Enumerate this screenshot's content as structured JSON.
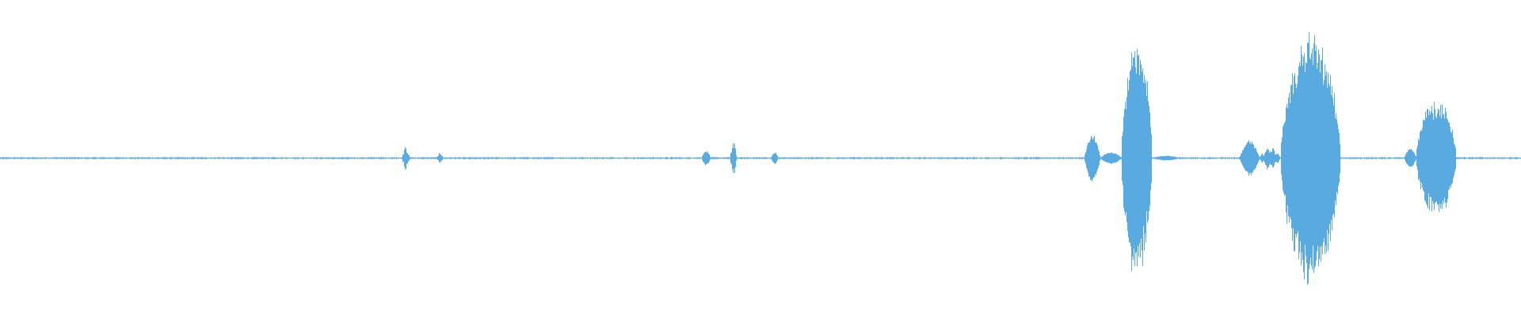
{
  "waveform": {
    "color": "#5AAAE2",
    "background": "#ffffff",
    "baseline_amplitude": 0.006,
    "segments": [
      {
        "name": "blip-1",
        "start": 0.2645,
        "end": 0.269,
        "peak": 0.11,
        "shape": "spiky"
      },
      {
        "name": "blip-2",
        "start": 0.287,
        "end": 0.291,
        "peak": 0.05,
        "shape": "spiky"
      },
      {
        "name": "blip-3",
        "start": 0.461,
        "end": 0.467,
        "peak": 0.06,
        "shape": "bump"
      },
      {
        "name": "blip-4",
        "start": 0.48,
        "end": 0.484,
        "peak": 0.15,
        "shape": "spiky"
      },
      {
        "name": "blip-5",
        "start": 0.507,
        "end": 0.511,
        "peak": 0.05,
        "shape": "bump"
      },
      {
        "name": "burst-1-pre",
        "start": 0.713,
        "end": 0.723,
        "peak": 0.19,
        "shape": "bump"
      },
      {
        "name": "burst-1-mid",
        "start": 0.723,
        "end": 0.737,
        "peak": 0.05,
        "shape": "bump"
      },
      {
        "name": "burst-1",
        "start": 0.737,
        "end": 0.757,
        "peak": 0.95,
        "shape": "dense"
      },
      {
        "name": "burst-1-tail",
        "start": 0.757,
        "end": 0.776,
        "peak": 0.02,
        "shape": "bump"
      },
      {
        "name": "burst-2-pre",
        "start": 0.815,
        "end": 0.828,
        "peak": 0.14,
        "shape": "bump"
      },
      {
        "name": "burst-2-mid",
        "start": 0.828,
        "end": 0.842,
        "peak": 0.1,
        "shape": "spiky"
      },
      {
        "name": "burst-2",
        "start": 0.842,
        "end": 0.881,
        "peak": 1.0,
        "shape": "dense"
      },
      {
        "name": "burst-3-pre",
        "start": 0.923,
        "end": 0.931,
        "peak": 0.08,
        "shape": "bump"
      },
      {
        "name": "burst-3",
        "start": 0.931,
        "end": 0.957,
        "peak": 0.48,
        "shape": "dense"
      }
    ]
  }
}
